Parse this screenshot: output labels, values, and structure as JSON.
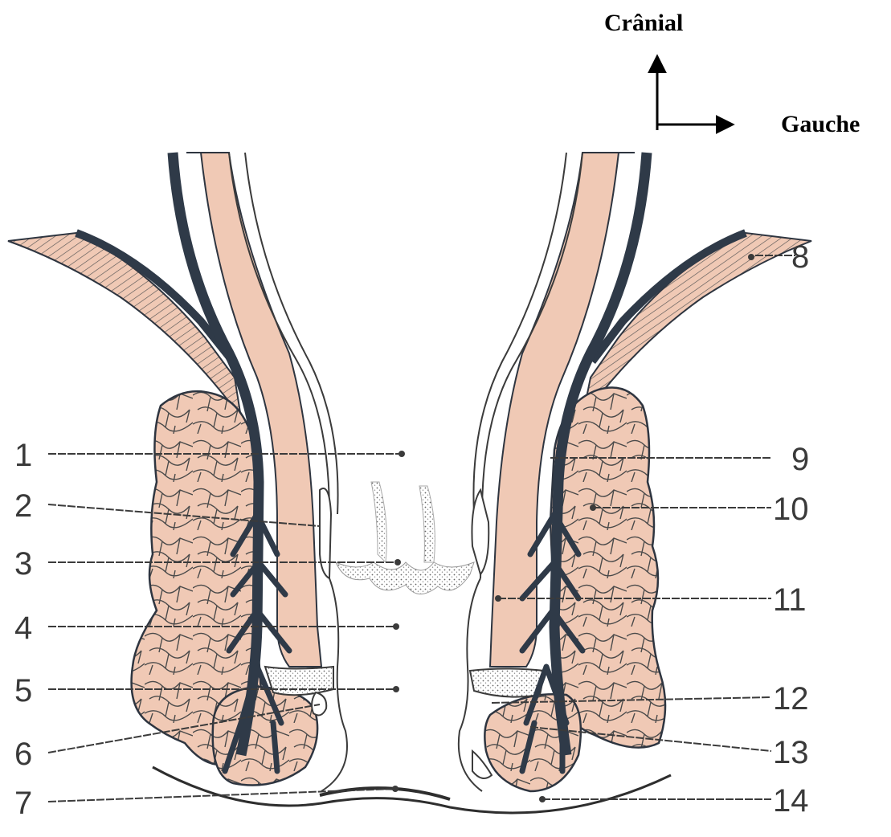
{
  "orientation": {
    "cranial_label": "Crânial",
    "left_label": "Gauche"
  },
  "labels": [
    {
      "id": "1",
      "text": "1"
    },
    {
      "id": "2",
      "text": "2"
    },
    {
      "id": "3",
      "text": "3"
    },
    {
      "id": "4",
      "text": "4"
    },
    {
      "id": "5",
      "text": "5"
    },
    {
      "id": "6",
      "text": "6"
    },
    {
      "id": "7",
      "text": "7"
    },
    {
      "id": "8",
      "text": "8"
    },
    {
      "id": "9",
      "text": "9"
    },
    {
      "id": "10",
      "text": "10"
    },
    {
      "id": "11",
      "text": "11"
    },
    {
      "id": "12",
      "text": "12"
    },
    {
      "id": "13",
      "text": "13"
    },
    {
      "id": "14",
      "text": "14"
    }
  ],
  "colors": {
    "tissue_pink": "#f0c9b5",
    "fascia_dark": "#2f3a48",
    "ink": "#3b3b3b"
  }
}
